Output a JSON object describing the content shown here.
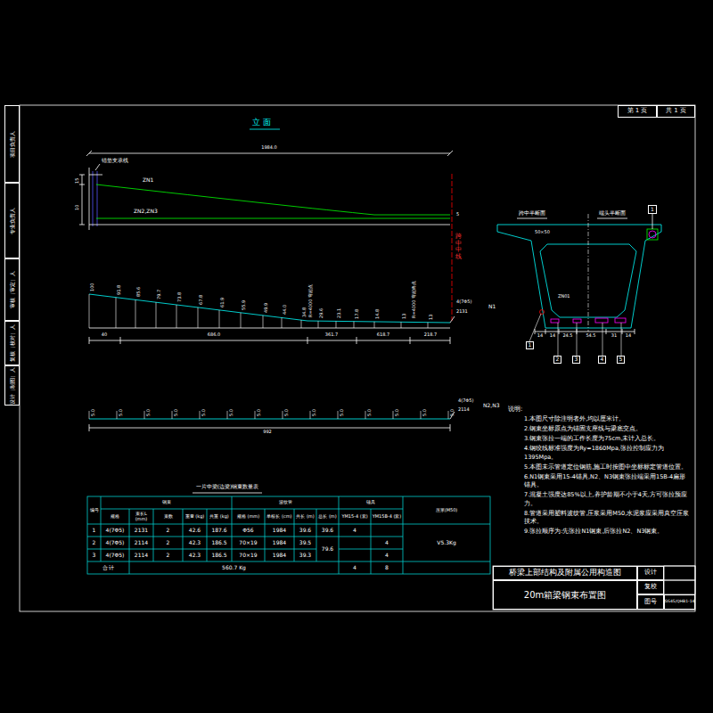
{
  "diagram": {
    "nodes": [
      {
        "text": [
          "第 1 页"
        ]
      },
      {
        "text": [
          "共 1 页"
        ]
      },
      {
        "text": [
          "项目负责人"
        ]
      },
      {
        "text": [
          "专业负责人"
        ]
      },
      {
        "text": [
          "审核（审定）人"
        ]
      },
      {
        "text": [
          "复核（校对）人"
        ]
      },
      {
        "text": [
          "设计（制图）人"
        ]
      },
      {
        "text": [
          "1"
        ]
      },
      {
        "text": [
          "1"
        ]
      },
      {
        "text": [
          "2"
        ]
      },
      {
        "text": [
          "3"
        ]
      },
      {
        "text": [
          "4"
        ]
      },
      {
        "text": [
          "5"
        ]
      },
      {
        "text": [
          "桥梁上部结构及附属公用构造图"
        ]
      },
      {
        "text": [
          "设计"
        ]
      },
      {
        "text": [
          "20m箱梁钢束布置图"
        ]
      },
      {
        "text": [
          "复校"
        ]
      },
      {
        "text": [
          "图号"
        ]
      },
      {
        "text": [
          "GS45/QHB1-14"
        ]
      }
    ],
    "labels": [
      "立 面",
      "1984.0",
      "锚垫支承线",
      "ZN1",
      "ZN2,ZN3",
      "跨中中线",
      "15",
      "10",
      "5",
      "100",
      "91.8",
      "85.6",
      "79.7",
      "73.8",
      "67.8",
      "61.9",
      "55.9",
      "49.9",
      "44.0",
      "34.8",
      "29.6",
      "23.1",
      "17.8",
      "14.8",
      "13",
      "13",
      "R=4000 弯起点",
      "R=4000 弯起终点",
      "4(7Φ5)",
      "2131",
      "N1",
      "40",
      "686.0",
      "361.7",
      "618.7",
      "218.7",
      "5.0",
      "5.0",
      "5.0",
      "5.0",
      "5.0",
      "5.0",
      "5.0",
      "5.0",
      "5.0",
      "5.0",
      "5.0",
      "5.0",
      "5.0",
      "5.0",
      "992",
      "4(7Φ5)",
      "2114",
      "N2,N3",
      "跨中半断面",
      "端头半断面",
      "50×50",
      "ZN01",
      "14",
      "14",
      "24.5",
      "54.5",
      "31",
      "14",
      "说明:",
      "1.本图尺寸除注明者外,均以厘米计。",
      "2.钢束坐标原点为锚固支座线与梁底交点。",
      "3.钢束张拉一端的工作长度为75cm,未计入总长。",
      "4.钢绞线标准强度为Ry=1860Mpa,张拉控制应力为1395Mpa。",
      "5.本图未示管道定位钢筋,施工时按图中坐标标定管道位置。",
      "6.N1钢束采用15-4锚具,N2、N3钢束张拉端采用15B-4扁形锚具。",
      "7.混凝土强度达85%以上,养护龄期不小于4天,方可张拉预应力。",
      "8.管道采用塑料波纹管,压浆采用M50,水泥浆应采用真空压浆技术。",
      "9.张拉顺序为:先张拉N1钢束,后张拉N2、N3钢束。",
      "一片中梁(边梁)钢束数量表",
      "编号",
      "钢束",
      "波纹管",
      "锚具",
      "压浆(M50)",
      "规格",
      "束长L (mm)",
      "束数",
      "重量 (kg)",
      "共重 (kg)",
      "规格 (mm)",
      "单根长 (cm)",
      "共长 (m)",
      "总长 (m)",
      "YM15-4 (套)",
      "YM15B-4 (套)",
      "1",
      "4(7Φ5)",
      "2131",
      "2",
      "42.6",
      "187.6",
      "Φ56",
      "1984",
      "39.6",
      "39.6",
      "4",
      "2",
      "4(7Φ5)",
      "2114",
      "2",
      "42.3",
      "186.5",
      "70×19",
      "1984",
      "39.5",
      "79.6",
      "4",
      "3",
      "4(7Φ5)",
      "2114",
      "2",
      "42.3",
      "186.5",
      "70×19",
      "1984",
      "39.3",
      "4",
      "V5.3Kg",
      "合 计",
      "560.7 Kg",
      "4",
      "8"
    ]
  }
}
